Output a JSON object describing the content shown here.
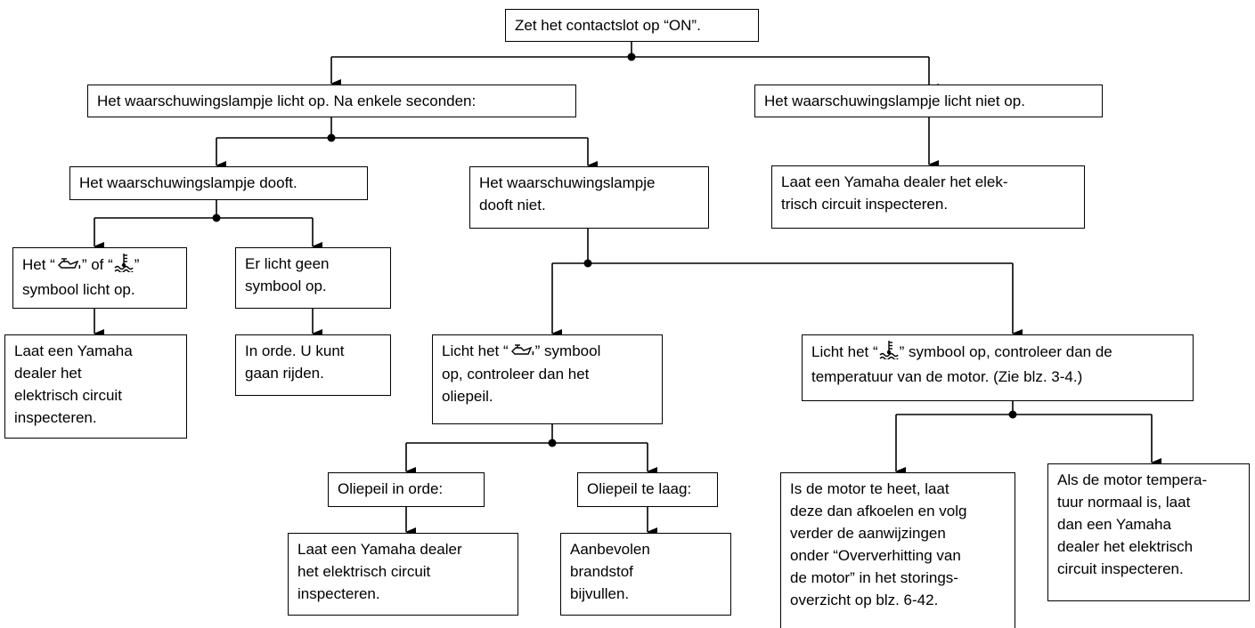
{
  "symbols": {
    "oil": "oil-pressure-icon",
    "temp": "coolant-temperature-icon"
  },
  "flow": {
    "start": "Zet het contactslot op “ON”.",
    "lamp_on": "Het waarschuwingslampje licht op. Na enkele seconden:",
    "lamp_not_on": "Het waarschuwingslampje licht niet op.",
    "lamp_not_on_action": [
      "Laat een Yamaha dealer het elek-",
      "trisch circuit inspecteren."
    ],
    "lamp_off": "Het waarschuwingslampje dooft.",
    "lamp_stays_on": [
      "Het waarschuwingslampje",
      "dooft niet."
    ],
    "symbol_on": {
      "pre": "Het “",
      "mid": "” of “",
      "post": "”",
      "line2": "symbool licht op."
    },
    "symbol_on_action": [
      "Laat een Yamaha",
      "dealer het",
      "elektrisch circuit",
      "inspecteren."
    ],
    "no_symbol": [
      "Er licht geen",
      "symbool op."
    ],
    "no_symbol_action": [
      "In orde. U kunt",
      "gaan rijden."
    ],
    "oil_symbol": {
      "pre": "Licht het “",
      "post": "” symbool",
      "line2": "op, controleer dan het",
      "line3": "oliepeil."
    },
    "temp_symbol": {
      "pre": "Licht het “",
      "post": "” symbool op, controleer dan de",
      "line2": "temperatuur van de motor. (Zie blz. 3-4.)"
    },
    "oil_ok": "Oliepeil in orde:",
    "oil_ok_action": [
      "Laat een Yamaha dealer",
      "het elektrisch circuit",
      "inspecteren."
    ],
    "oil_low": "Oliepeil te laag:",
    "oil_low_action": [
      "Aanbevolen",
      "brandstof",
      "bijvullen."
    ],
    "temp_hot_action": [
      "Is de motor te heet, laat",
      "deze dan afkoelen en volg",
      "verder de aanwijzingen",
      "onder “Oververhitting van",
      "de motor” in het storings-",
      "overzicht op blz. 6-42."
    ],
    "temp_normal_action": [
      "Als de motor tempera-",
      "tuur normaal is, laat",
      "dan een Yamaha",
      "dealer het elektrisch",
      "circuit inspecteren."
    ]
  }
}
